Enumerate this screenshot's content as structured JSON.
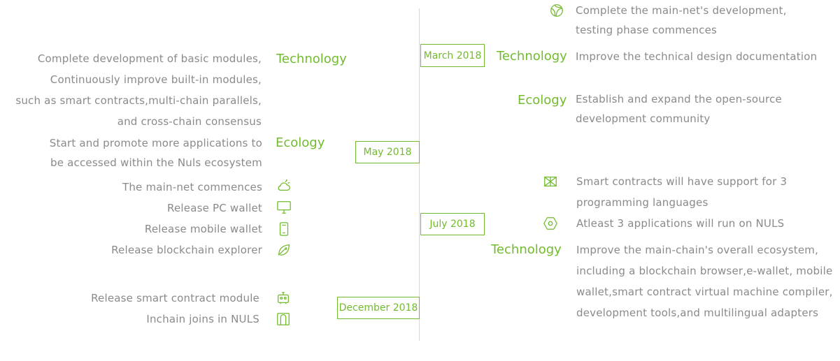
{
  "timeline": {
    "dates": {
      "march": "March 2018",
      "may": "May 2018",
      "july": "July 2018",
      "december": "December 2018"
    }
  },
  "left": {
    "may": {
      "technology": {
        "category": "Technology",
        "lines": [
          "Complete development of basic modules,",
          "Continuously improve built-in modules,",
          "such as smart contracts,multi-chain parallels,",
          "and cross-chain consensus"
        ]
      },
      "ecology": {
        "category": "Ecology",
        "lines": [
          "Start and promote more applications to",
          "be accessed within the Nuls ecosystem"
        ]
      },
      "items": [
        {
          "text": "The main-net commences",
          "icon": "cloud-icon"
        },
        {
          "text": "Release PC wallet",
          "icon": "monitor-icon"
        },
        {
          "text": "Release mobile wallet",
          "icon": "mobile-icon"
        },
        {
          "text": "Release blockchain explorer",
          "icon": "leaf-icon"
        }
      ]
    },
    "december": {
      "items": [
        {
          "text": "Release smart contract module",
          "icon": "robot-icon"
        },
        {
          "text": "Inchain joins in NULS",
          "icon": "door-icon"
        }
      ]
    }
  },
  "right": {
    "march": {
      "top_item": {
        "lines": [
          "Complete the main-net's development,",
          "testing phase commences"
        ],
        "icon": "globe-icon"
      },
      "technology": {
        "category": "Technology",
        "lines": [
          "Improve the technical design documentation"
        ]
      },
      "ecology": {
        "category": "Ecology",
        "lines": [
          "Establish and expand the open-source",
          "development community"
        ]
      }
    },
    "july": {
      "items": [
        {
          "lines": [
            "Smart contracts will have support for 3",
            "programming languages"
          ],
          "icon": "contract-icon"
        },
        {
          "lines": [
            "Atleast 3 applications will run on NULS"
          ],
          "icon": "hexagon-icon"
        }
      ],
      "technology": {
        "category": "Technology",
        "lines": [
          "Improve the main-chain's overall ecosystem,",
          "including a blockchain browser,e-wallet, mobile",
          "wallet,smart contract virtual machine compiler,",
          "development tools,and multilingual adapters"
        ]
      }
    }
  },
  "colors": {
    "accent": "#72bb2e",
    "text": "#8a8a8a",
    "line": "#d8d8d8"
  }
}
